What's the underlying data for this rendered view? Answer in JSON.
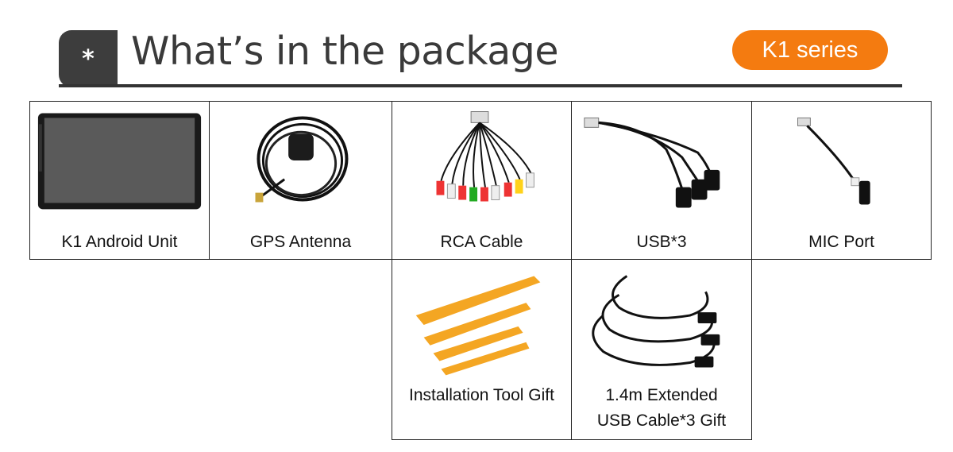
{
  "header": {
    "badge_symbol": "*",
    "title": "What’s in the package",
    "series_label": "K1 series",
    "accent_color": "#f47b10",
    "badge_color": "#3d3d3d"
  },
  "items": [
    {
      "label": "K1 Android Unit",
      "icon": "android-unit-icon"
    },
    {
      "label": "GPS Antenna",
      "icon": "gps-antenna-icon"
    },
    {
      "label": "RCA Cable",
      "icon": "rca-cable-icon"
    },
    {
      "label": "USB*3",
      "icon": "usb-cable-icon"
    },
    {
      "label": "MIC Port",
      "icon": "mic-port-icon"
    },
    {
      "label": "Installation Tool Gift",
      "icon": "installation-tools-icon"
    },
    {
      "label_line1": "1.4m Extended",
      "label_line2": "USB Cable*3 Gift",
      "icon": "extended-usb-cable-icon"
    }
  ]
}
